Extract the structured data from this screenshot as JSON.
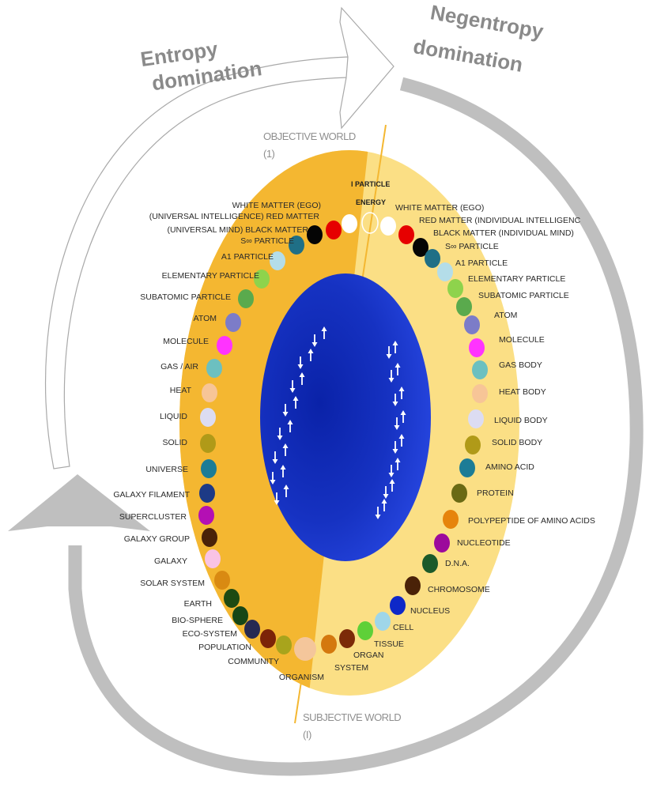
{
  "titles": {
    "entropy_line1": "Entropy",
    "entropy_line2": "domination",
    "negentropy_line1": "Negentropy",
    "negentropy_line2": "domination"
  },
  "objective_world": {
    "label": "OBJECTIVE WORLD",
    "number": "(1)"
  },
  "subjective_world": {
    "label": "SUBJECTIVE WORLD",
    "number": "(I)"
  },
  "top": {
    "particle": "I PARTICLE",
    "energy": "ENERGY"
  },
  "left_labels": [
    "WHITE MATTER (EGO)",
    "(UNIVERSAL INTELLIGENCE) RED MATTER",
    "(UNIVERSAL MIND) BLACK MATTER",
    "S∞ PARTICLE",
    "A1 PARTICLE",
    "ELEMENTARY PARTICLE",
    "SUBATOMIC PARTICLE",
    "ATOM",
    "MOLECULE",
    "GAS / AIR",
    "HEAT",
    "LIQUID",
    "SOLID",
    "UNIVERSE",
    "GALAXY FILAMENT",
    "SUPERCLUSTER",
    "GALAXY GROUP",
    "GALAXY",
    "SOLAR SYSTEM",
    "EARTH",
    "BIO-SPHERE",
    "ECO-SYSTEM",
    "POPULATION",
    "COMMUNITY",
    "ORGANISM"
  ],
  "right_labels": [
    "WHITE MATTER (EGO)",
    "RED MATTER (INDIVIDUAL INTELLIGENC",
    "BLACK MATTER (INDIVIDUAL MIND)",
    "S∞ PARTICLE",
    "A1 PARTICLE",
    "ELEMENTARY PARTICLE",
    "SUBATOMIC PARTICLE",
    "ATOM",
    "MOLECULE",
    "GAS BODY",
    "HEAT BODY",
    "LIQUID BODY",
    "SOLID BODY",
    "AMINO ACID",
    "PROTEIN",
    "POLYPEPTIDE OF AMINO ACIDS",
    "NUCLEOTIDE",
    "D.N.A.",
    "CHROMOSOME",
    "NUCLEUS",
    "CELL",
    "TISSUE",
    "ORGAN",
    "SYSTEM"
  ],
  "colors": {
    "outer_ellipse_left": "#f4b731",
    "outer_ellipse_right": "#fbdf85",
    "inner_ellipse": "#1b34c8",
    "cycle_arrow_grey": "#bfbfbf",
    "title_grey": "#8a8a8a"
  },
  "left_dot_colors": [
    "#ffffff",
    "#e60000",
    "#050505",
    "#1f6f86",
    "#b4dde9",
    "#8ed34c",
    "#5aaa4d",
    "#7c7cc8",
    "#ff33ff",
    "#6cc0c0",
    "#f7c597",
    "#dcdcf2",
    "#b09a18",
    "#1c7c96",
    "#1d3a86",
    "#b40fb4",
    "#4a2208",
    "#f9c3e4",
    "#d98a12",
    "#1d4a12",
    "#164616",
    "#262a52",
    "#7c2408",
    "#a8a41c",
    "#f4c69b"
  ],
  "right_dot_colors": [
    "#ffffff",
    "#e60000",
    "#050505",
    "#1f6f86",
    "#b4dde9",
    "#8ed34c",
    "#5aaa4d",
    "#7c7cc8",
    "#ff33ff",
    "#6cc0c0",
    "#f7c597",
    "#dcdcf2",
    "#b09a18",
    "#1c7c96",
    "#6a6a14",
    "#e6840c",
    "#9c0a9c",
    "#1b5a2a",
    "#4a2208",
    "#0e28c8",
    "#9fd6e9",
    "#5ed038",
    "#7c2a08",
    "#d4780e"
  ]
}
